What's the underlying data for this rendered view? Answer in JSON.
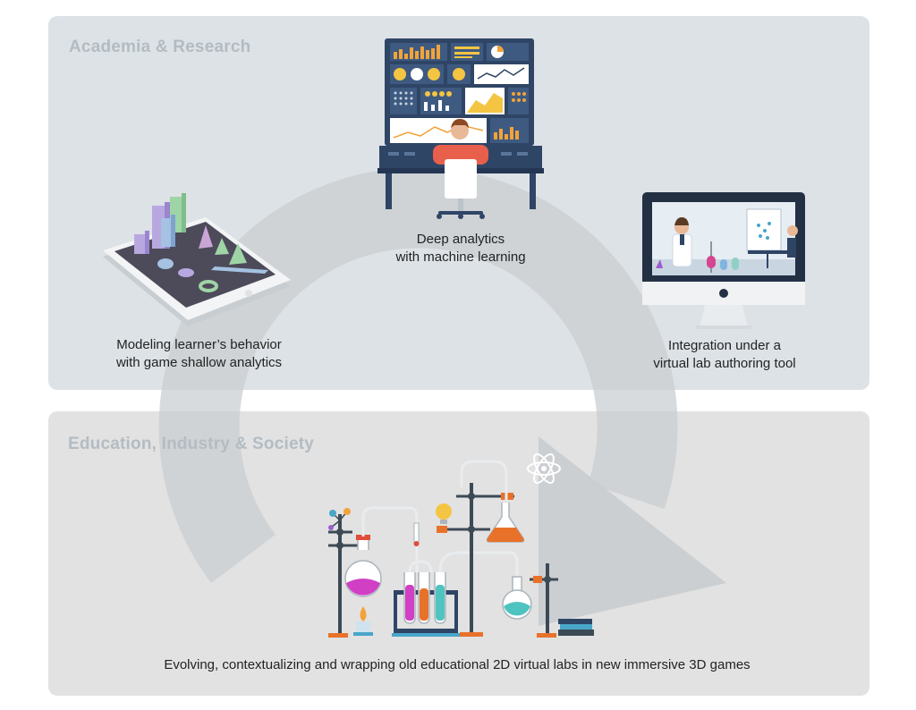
{
  "colors": {
    "panel_top": "#dde2e6",
    "panel_bottom": "#e2e2e2",
    "cycle_arrow": "#c9cdd0",
    "section_title": "#b3bcc3",
    "caption_text": "#222222"
  },
  "sections": {
    "top_title": "Academia & Research",
    "bottom_title": "Education, Industry & Society"
  },
  "steps": {
    "analytics": {
      "line1": "Deep analytics",
      "line2": "with machine learning",
      "icon": "analytics-console-icon"
    },
    "modeling": {
      "line1": "Modeling learner’s behavior",
      "line2": "with game shallow analytics",
      "icon": "tablet-3d-chart-icon"
    },
    "integration": {
      "line1": "Integration under a",
      "line2": "virtual lab authoring tool",
      "icon": "monitor-virtual-lab-icon"
    },
    "evolving": {
      "text": "Evolving, contextualizing and wrapping old educational 2D virtual labs in new immersive 3D games",
      "icon": "lab-equipment-icon"
    }
  }
}
